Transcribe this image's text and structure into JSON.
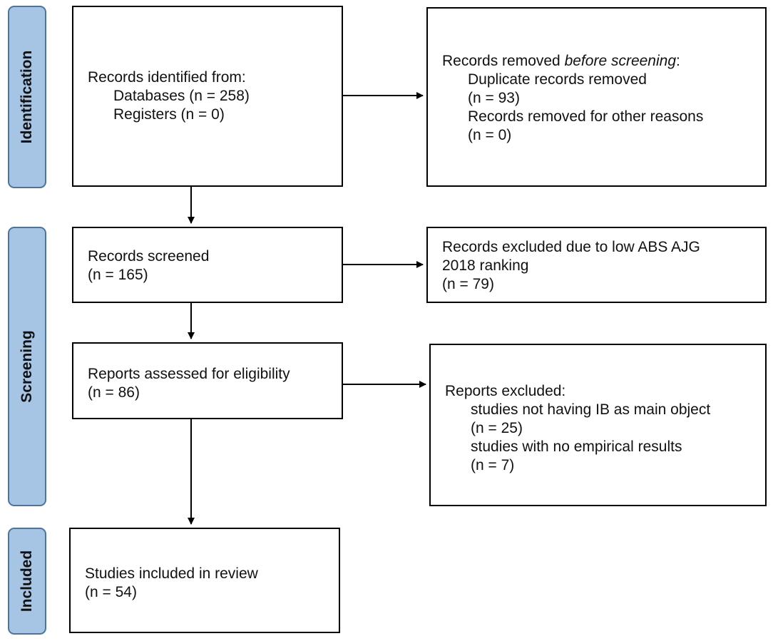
{
  "phases": {
    "identification": "Identification",
    "screening": "Screening",
    "included": "Included"
  },
  "boxes": {
    "identified": {
      "heading": "Records identified from:",
      "databases": "Databases (n = 258)",
      "registers": "Registers (n = 0)"
    },
    "removed": {
      "heading_prefix": "Records removed ",
      "heading_italic": "before screening",
      "heading_suffix": ":",
      "duplicate_label": "Duplicate records removed",
      "duplicate_count": "(n = 93)",
      "other_label": "Records removed for other reasons",
      "other_count": "(n = 0)"
    },
    "screened": {
      "label": "Records screened",
      "count": "(n = 165)"
    },
    "excluded_ranking": {
      "line1": "Records excluded due to low ABS AJG",
      "line2": "2018 ranking",
      "count": "(n = 79)"
    },
    "assessed": {
      "label": "Reports assessed for eligibility",
      "count": "(n = 86)"
    },
    "reports_excluded": {
      "heading": "Reports excluded:",
      "reason1": "studies not having IB as main object",
      "reason1_count": "(n = 25)",
      "reason2": "studies with no empirical results",
      "reason2_count": "(n = 7)"
    },
    "included": {
      "label": "Studies included in review",
      "count": "(n = 54)"
    }
  }
}
